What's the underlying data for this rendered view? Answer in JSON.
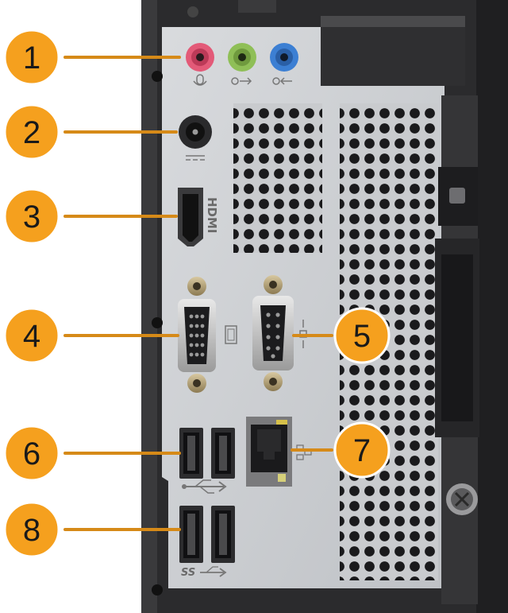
{
  "callouts": [
    {
      "number": "1"
    },
    {
      "number": "2"
    },
    {
      "number": "3"
    },
    {
      "number": "4"
    },
    {
      "number": "5"
    },
    {
      "number": "6"
    },
    {
      "number": "7"
    },
    {
      "number": "8"
    }
  ],
  "port_labels": {
    "hdmi": "HDMI",
    "usb3": "SS"
  },
  "colors": {
    "callout_fill": "#f5a01e",
    "callout_outline": "#ffffff",
    "leader_line": "#d68a18",
    "panel": "#cfd1d4",
    "chassis": "#2a2a2c",
    "mic_jack": "#e35a78",
    "line_out_jack": "#8fbf57",
    "line_in_jack": "#3c7fd3"
  },
  "icons": [
    "mic-icon",
    "headphone-out-icon",
    "line-in-icon",
    "dc-power-icon",
    "vga-monitor-icon",
    "serial-port-icon",
    "usb-icon",
    "network-icon"
  ]
}
